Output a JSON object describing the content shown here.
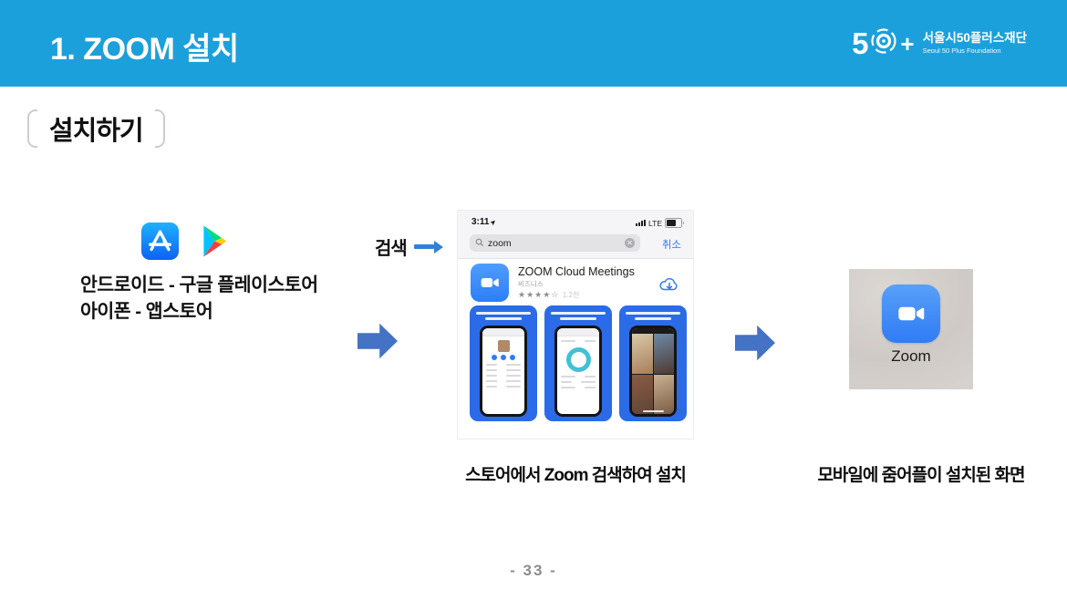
{
  "slide": {
    "header": {
      "title": "1. ZOOM 설치"
    },
    "logo": {
      "mark_number": "5",
      "mark_plus": "+",
      "org_ko": "서울시50플러스재단",
      "org_en": "Seoul 50 Plus Foundation"
    },
    "section_title": "설치하기",
    "platforms": {
      "line1": "안드로이드 - 구글 플레이스토어",
      "line2": "아이폰 - 앱스토어"
    },
    "search_label": "검색",
    "appstore_screen": {
      "status_time": "3:11",
      "network": "LTE",
      "search_query": "zoom",
      "clear_glyph": "✕",
      "cancel_button": "취소",
      "app_name": "ZOOM Cloud Meetings",
      "app_category": "비즈니스",
      "app_rating": "★★★★☆",
      "app_rating_count": "1.2천"
    },
    "installed_screen": {
      "app_label": "Zoom"
    },
    "captions": {
      "search_install": "스토어에서 Zoom 검색하여 설치",
      "installed": "모바일에 줌어플이 설치된 화면"
    },
    "page_number": "- 33 -",
    "colors": {
      "header_blue": "#1BA0DC",
      "arrow_blue": "#4472C4",
      "card_blue": "#2B6BE8",
      "zoom_blue": "#2D8CFF",
      "link_blue": "#3478F6"
    }
  }
}
